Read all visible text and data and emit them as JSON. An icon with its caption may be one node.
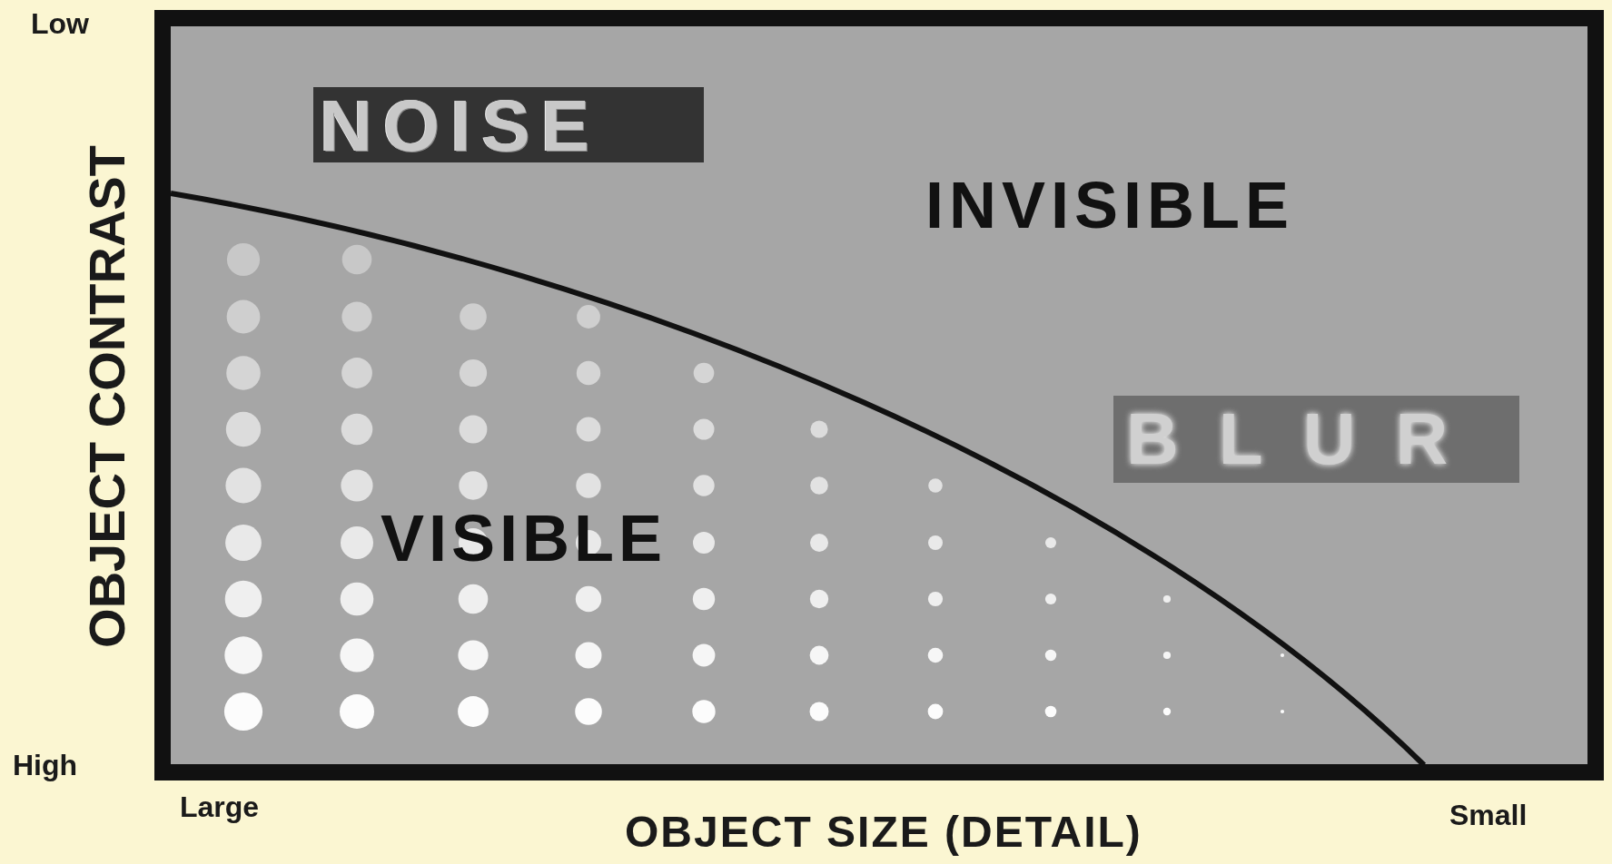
{
  "diagram": {
    "labels": [
      "Low",
      "NOISE",
      "INVISIBLE",
      "BLUR",
      "VISIBLE",
      "OBJECT CONTRAST",
      "High",
      "Large",
      "Small",
      "OBJECT SIZE (DETAIL)"
    ]
  }
}
